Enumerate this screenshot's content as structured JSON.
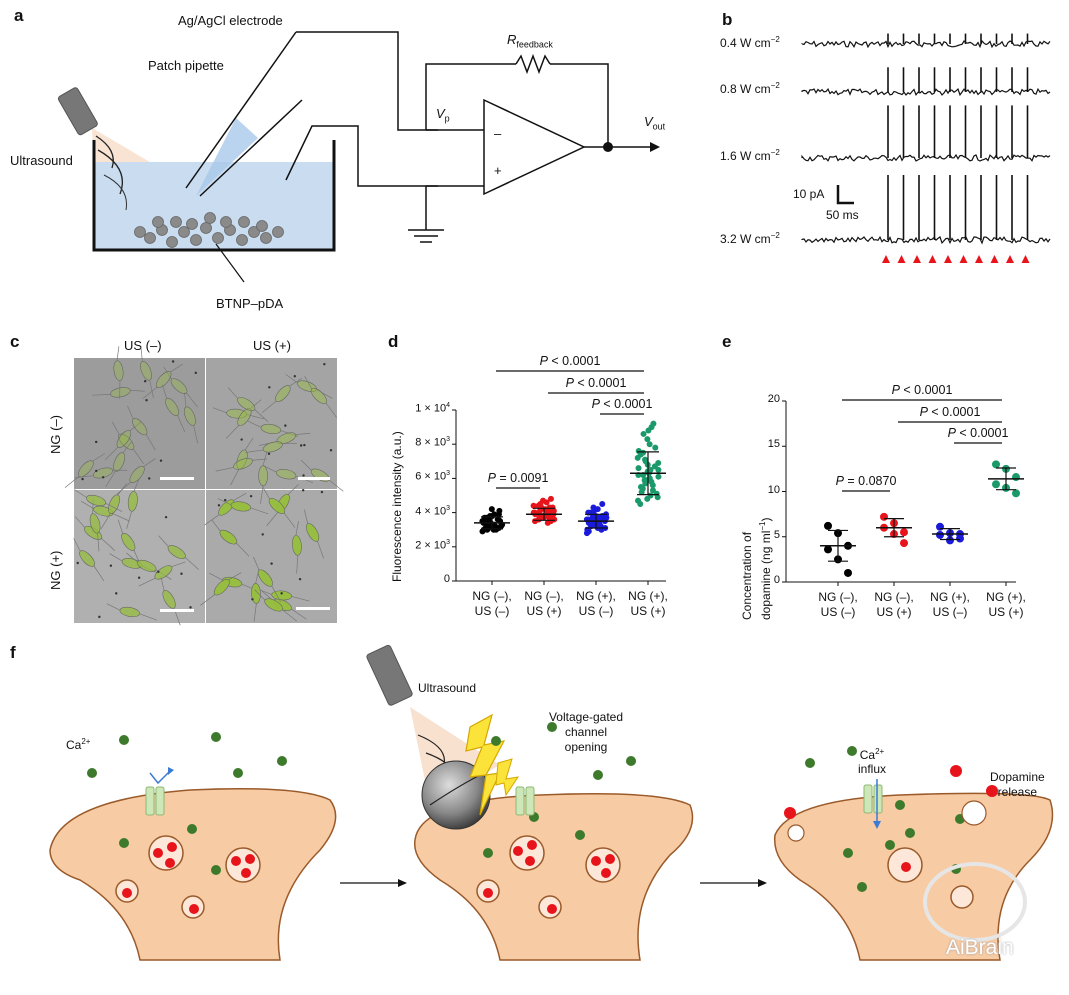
{
  "panels": {
    "a": "a",
    "b": "b",
    "c": "c",
    "d": "d",
    "e": "e",
    "f": "f"
  },
  "panel_a": {
    "electrode": "Ag/AgCl electrode",
    "pipette": "Patch pipette",
    "ultrasound": "Ultrasound",
    "particles": "BTNP–pDA",
    "rfeedback_main": "R",
    "rfeedback_sub": "feedback",
    "vp_main": "V",
    "vp_sub": "p",
    "vout_main": "V",
    "vout_sub": "out",
    "minus": "–",
    "plus": "+"
  },
  "panel_b": {
    "intensities": [
      "0.4 W cm",
      "0.8 W cm",
      "1.6 W cm",
      "3.2 W cm"
    ],
    "intensity_exp": "−2",
    "scale_current": "10 pA",
    "scale_time": "50 ms",
    "spike_amplitude_rel": [
      0.12,
      0.35,
      0.8,
      1.0
    ],
    "stimulus_markers": 10
  },
  "panel_c": {
    "col_labels": [
      "US (–)",
      "US (+)"
    ],
    "row_labels": [
      "NG (–)",
      "NG (+)"
    ]
  },
  "panel_d": {
    "ylabel": "Fluorescence intensity (a.u.)",
    "yticks": [
      "0",
      "2 × 10",
      "4 × 10",
      "6 × 10",
      "8 × 10",
      "1 × 10"
    ],
    "ytick_exp": [
      "",
      "3",
      "3",
      "3",
      "3",
      "4"
    ],
    "categories": [
      [
        "NG (–),",
        "US (–)"
      ],
      [
        "NG (–),",
        "US (+)"
      ],
      [
        "NG (+),",
        "US (–)"
      ],
      [
        "NG (+),",
        "US (+)"
      ]
    ],
    "pvalues": [
      "P = 0.0091",
      "P < 0.0001",
      "P < 0.0001",
      "P < 0.0001"
    ]
  },
  "panel_e": {
    "ylabel1": "Concentration of",
    "ylabel2": "dopamine (ng ml",
    "ylabel_exp": "−1",
    "yticks": [
      "0",
      "5",
      "10",
      "15",
      "20"
    ],
    "categories": [
      [
        "NG (–),",
        "US (–)"
      ],
      [
        "NG (–),",
        "US (+)"
      ],
      [
        "NG (+),",
        "US (–)"
      ],
      [
        "NG (+),",
        "US (+)"
      ]
    ],
    "pvalues": [
      "P = 0.0870",
      "P < 0.0001",
      "P < 0.0001",
      "P < 0.0001"
    ]
  },
  "panel_f": {
    "ca": "Ca",
    "ca_exp": "2+",
    "ultrasound": "Ultrasound",
    "vgc": [
      "Voltage-gated",
      "channel",
      "opening"
    ],
    "influx_ca": "Ca",
    "influx": "influx",
    "dopamine": [
      "Dopamine",
      "release"
    ]
  },
  "watermark": "AiBrain",
  "colors": {
    "g1": "#000000",
    "g2": "#e8141b",
    "g3": "#1a1adb",
    "g4": "#1a9a6a",
    "neuron": "#f7cba4",
    "neuron_stroke": "#9a5a2a",
    "dot_green": "#3d7a2c",
    "vesicle_red": "#e8141b",
    "bath": "#c9dcf0"
  },
  "chart_data": [
    {
      "type": "scatter",
      "ylabel": "Fluorescence intensity (a.u.)",
      "categories": [
        "NG (–), US (–)",
        "NG (–), US (+)",
        "NG (+), US (–)",
        "NG (+), US (+)"
      ],
      "ylim": [
        0,
        10000
      ],
      "series": [
        {
          "values": [
            3400,
            3000,
            3600,
            3200,
            3900,
            3100,
            3500,
            2900,
            3700,
            3300,
            3800,
            3000,
            4100,
            3200,
            3500,
            3400,
            3600,
            3100,
            3300,
            3900,
            3500,
            3000,
            3700,
            3400,
            4200,
            3200,
            3600,
            3300,
            3500,
            3100,
            3800,
            3400,
            3000,
            3600,
            3300
          ]
        },
        {
          "values": [
            4000,
            3600,
            4300,
            3800,
            4600,
            3500,
            4100,
            3900,
            4400,
            3700,
            4200,
            3400,
            4800,
            3900,
            4000,
            3600,
            4500,
            3800,
            4100,
            3700,
            4300,
            3500,
            3900,
            4200,
            4700,
            3800,
            4000,
            3600,
            4400,
            3900,
            4100,
            3700,
            4000,
            4300,
            3800
          ]
        },
        {
          "values": [
            3600,
            3200,
            3900,
            3400,
            4200,
            3000,
            3700,
            2800,
            4000,
            3300,
            3800,
            3100,
            4500,
            3500,
            3600,
            2900,
            4100,
            3400,
            3700,
            3200,
            3900,
            3000,
            3500,
            4300,
            3600,
            3300,
            3800,
            3100,
            4000,
            3400,
            3700,
            3200,
            3500,
            3600
          ]
        },
        {
          "values": [
            6200,
            5200,
            7000,
            4800,
            8000,
            5600,
            6500,
            4500,
            7500,
            5900,
            6800,
            5000,
            9200,
            6100,
            7200,
            5400,
            8600,
            6400,
            5800,
            7800,
            4900,
            6600,
            5500,
            7100,
            8300,
            6000,
            5300,
            6900,
            4700,
            7400,
            5700,
            6300,
            9000,
            6700,
            5100,
            7600,
            6200,
            5900,
            8800,
            6500
          ]
        }
      ],
      "mean": [
        3400,
        3900,
        3500,
        6300
      ],
      "sd": [
        350,
        350,
        400,
        1250
      ],
      "comparisons": [
        {
          "from": 0,
          "to": 1,
          "p": "P = 0.0091"
        },
        {
          "from": 0,
          "to": 3,
          "p": "P < 0.0001"
        },
        {
          "from": 1,
          "to": 3,
          "p": "P < 0.0001"
        },
        {
          "from": 2,
          "to": 3,
          "p": "P < 0.0001"
        }
      ]
    },
    {
      "type": "scatter",
      "ylabel": "Concentration of dopamine (ng ml−1)",
      "categories": [
        "NG (–), US (–)",
        "NG (–), US (+)",
        "NG (+), US (–)",
        "NG (+), US (+)"
      ],
      "ylim": [
        0,
        20
      ],
      "series": [
        {
          "values": [
            6.2,
            5.4,
            4.0,
            3.6,
            2.5,
            1.0
          ]
        },
        {
          "values": [
            7.2,
            6.5,
            5.5,
            6.0,
            5.3,
            4.3
          ]
        },
        {
          "values": [
            6.1,
            5.4,
            5.3,
            5.2,
            4.6,
            4.8
          ]
        },
        {
          "values": [
            13.0,
            12.5,
            11.6,
            10.8,
            10.4,
            9.8
          ]
        }
      ],
      "mean": [
        4.0,
        6.0,
        5.3,
        11.4
      ],
      "sd": [
        1.7,
        1.0,
        0.6,
        1.2
      ],
      "comparisons": [
        {
          "from": 0,
          "to": 1,
          "p": "P = 0.0870"
        },
        {
          "from": 0,
          "to": 3,
          "p": "P < 0.0001"
        },
        {
          "from": 1,
          "to": 3,
          "p": "P < 0.0001"
        },
        {
          "from": 2,
          "to": 3,
          "p": "P < 0.0001"
        }
      ]
    }
  ]
}
